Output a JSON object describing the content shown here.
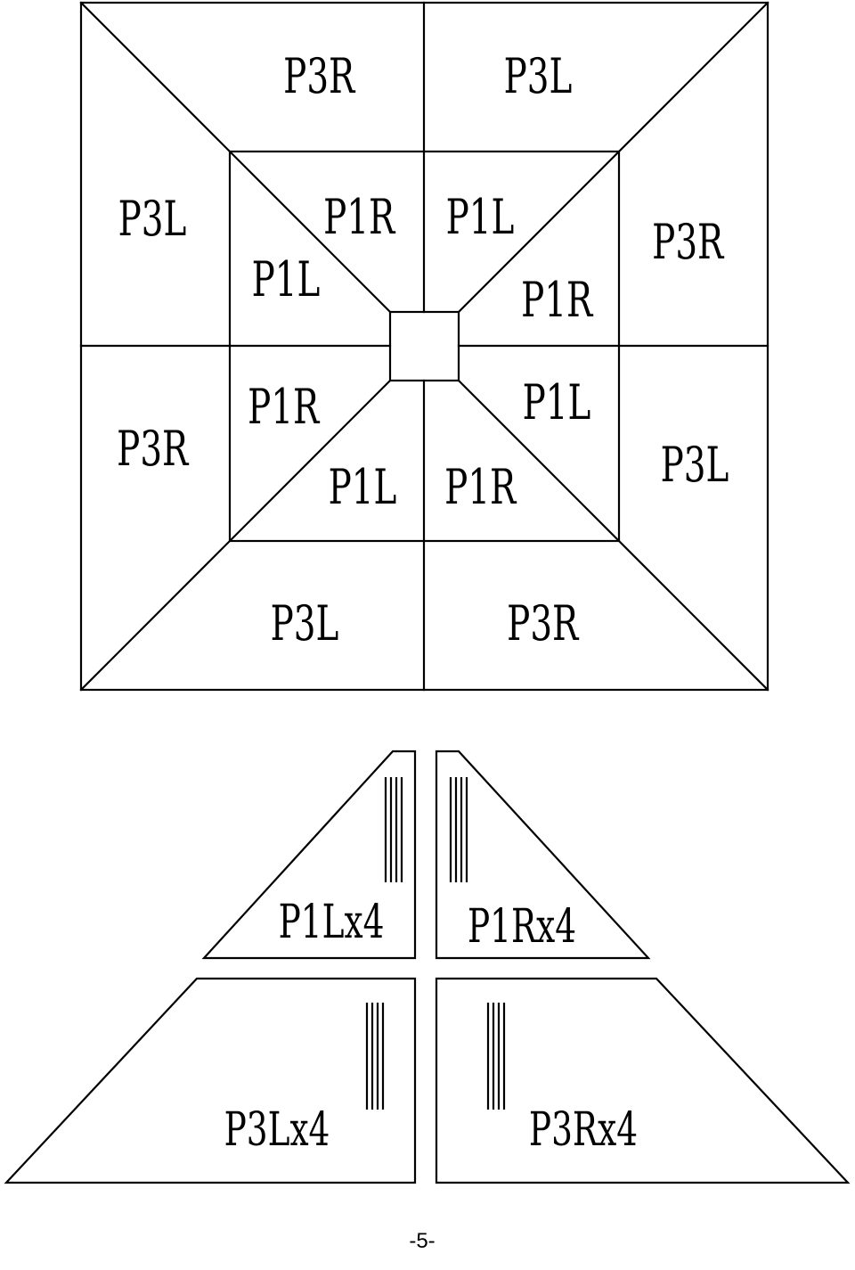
{
  "layout_diagram": {
    "top_labels": [
      "P3R",
      "P3L"
    ],
    "left_labels": [
      "P3L",
      "P3R"
    ],
    "right_labels": [
      "P3R",
      "P3L"
    ],
    "bottom_labels": [
      "P3L",
      "P3R"
    ],
    "inner_labels": [
      "P1R",
      "P1L",
      "P1L",
      "P1R",
      "P1R",
      "P1L",
      "P1L",
      "P1R"
    ]
  },
  "pieces": {
    "p1l": "P1Lx4",
    "p1r": "P1Rx4",
    "p3l": "P3Lx4",
    "p3r": "P3Rx4"
  },
  "page_number": "-5-"
}
